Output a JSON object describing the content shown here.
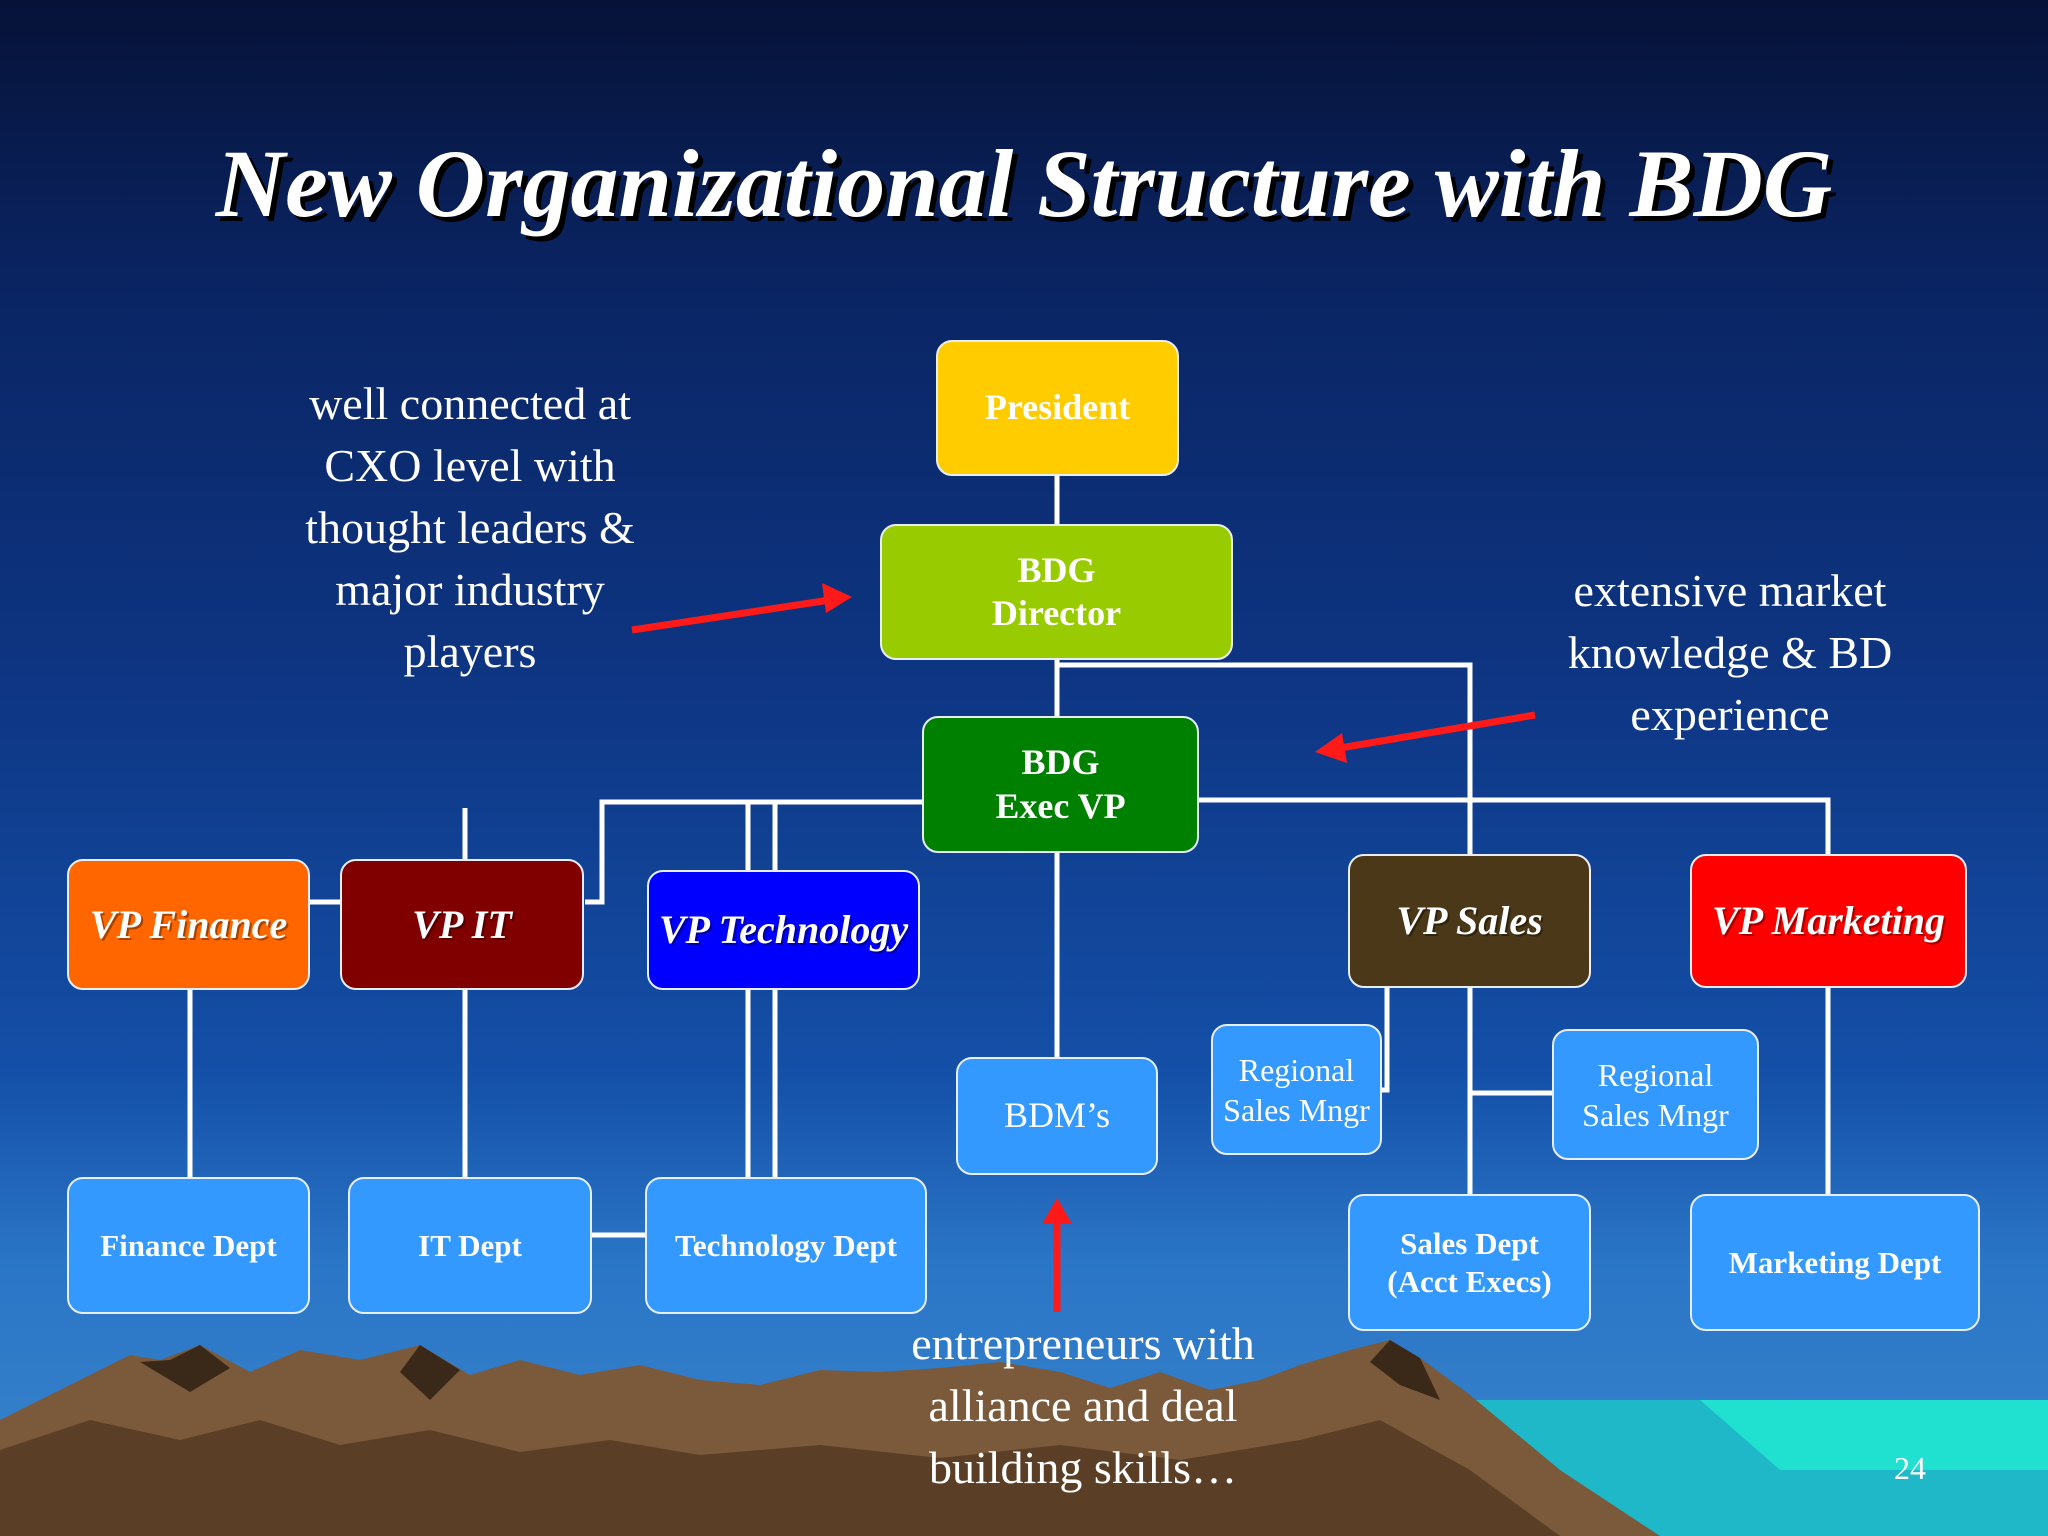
{
  "title": "New Organizational Structure with BDG",
  "colors": {
    "president": "#ffcc00",
    "bdg_director": "#99cc00",
    "bdg_exec_vp": "#008000",
    "vp_finance": "#ff6600",
    "vp_it": "#800000",
    "vp_technology": "#0000ff",
    "vp_sales": "#4a3818",
    "vp_marketing": "#ff0000",
    "departments": "#3399ff",
    "arrows": "#ff1a1a",
    "connectors": "#ffffff"
  },
  "boxes": {
    "president": "President",
    "bdg_director": "BDG\nDirector",
    "bdg_exec_vp": "BDG\nExec VP",
    "vp_finance": "VP Finance",
    "vp_it": "VP IT",
    "vp_technology": "VP Technology",
    "vp_sales": "VP Sales",
    "vp_marketing": "VP Marketing",
    "bdms": "BDM’s",
    "regional_sales_mngr_1": "Regional\nSales Mngr",
    "regional_sales_mngr_2": "Regional\nSales Mngr",
    "finance_dept": "Finance Dept",
    "it_dept": "IT Dept",
    "technology_dept": "Technology Dept",
    "sales_dept": "Sales Dept\n(Acct Execs)",
    "marketing_dept": "Marketing Dept"
  },
  "notes": {
    "left": "well connected at\nCXO level with\nthought leaders &\nmajor industry\nplayers",
    "right": "extensive market\nknowledge & BD\nexperience",
    "bottom": "entrepreneurs with\nalliance and deal\nbuilding skills…"
  },
  "page_number": "24"
}
